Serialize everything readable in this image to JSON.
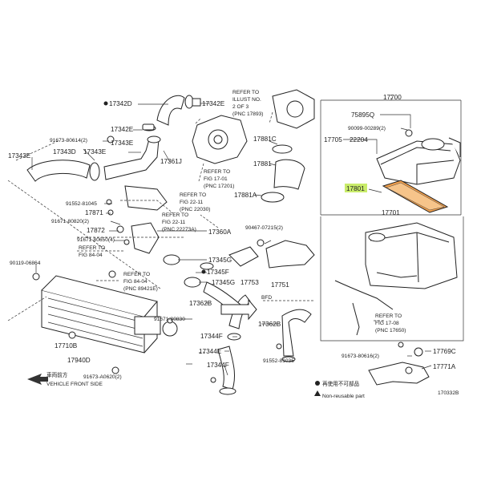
{
  "labels": {
    "l17342D": "17342D",
    "l17342E_top": "17342E",
    "l17342E": "17342E",
    "l17343E_a": "17343E",
    "l91673_80614": "91673-80614(2)",
    "l17343D": "17343D",
    "l17343E_b": "17343E",
    "l17361J": "17361J",
    "l91552_81045": "91552-81045",
    "l17871": "17871",
    "l91671_80820": "91671-80820(2)",
    "l17872": "17872",
    "l91671_80650": "91671-80650(4)",
    "l90119_06864": "90119-06864",
    "l17710B": "17710B",
    "l17940D": "17940D",
    "l91673_A0620": "91673-A0620(2)",
    "l17360A": "17360A",
    "l17345G_a": "17345G",
    "l17345F": "17345F",
    "l17345G_b": "17345G",
    "l17753": "17753",
    "l17751": "17751",
    "l17362B_a": "17362B",
    "l91671_80830": "91671-80830",
    "l17344F_a": "17344F",
    "l17344E": "17344E",
    "l17344F_b": "17344F",
    "l17362B_b": "17362B",
    "l91552_81035": "91552-81035",
    "l17881C": "17881C",
    "l17881": "17881",
    "l17881A": "17881A",
    "l90467_07215": "90467-07215(2)",
    "l17700": "17700",
    "l75895Q": "75895Q",
    "l90099_00289": "90099-00289(2)",
    "l17705": "17705",
    "l22204": "22204",
    "l17801": "17801",
    "l17701": "17701",
    "l91673_80616": "91673-80616(2)",
    "l17769C": "17769C",
    "l17771A": "17771A",
    "ref1_a": "REFER TO",
    "ref1_b": "ILLUST NO.",
    "ref1_c": "2 OF 3",
    "ref1_d": "(PNC  17893)",
    "ref2_a": "REFER TO",
    "ref2_b": "FIG 17-01",
    "ref2_c": "(PNC  17201)",
    "ref3_a": "REFER TO",
    "ref3_b": "FIG 22-11",
    "ref3_c": "(PNC  22030)",
    "ref4_a": "REFER TO",
    "ref4_b": "FIG 22-11",
    "ref4_c": "(PNC  22273A)",
    "ref5_a": "REFER TO",
    "ref5_b": "FIG 84-04",
    "ref6_a": "REFER TO",
    "ref6_b": "FIG 84-04",
    "ref6_c": "(PNC  89421E)",
    "ref7_a": "REFER TO",
    "ref7_b": "FIG 17-08",
    "ref7_c": "(PNC  17650)",
    "bfd": "BFD",
    "front_jp": "車両前方",
    "front_en": "VEHICLE FRONT SIDE",
    "legend_jp": "再使用不可部品",
    "legend_en": "Non-reusable part",
    "figure_id": "170332B"
  },
  "colors": {
    "highlight": "#c9ec6a",
    "line": "#333333",
    "highlight_part": "#f2a04c"
  }
}
